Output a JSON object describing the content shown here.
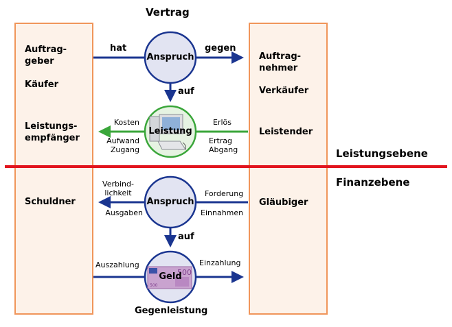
{
  "title": "Vertrag",
  "footer_label": "Gegenleistung",
  "levels": {
    "performance": "Leistungsebene",
    "finance": "Finanzebene"
  },
  "left_party": {
    "performance_roles": [
      "Auftrag-\ngeber",
      "Käufer",
      "Leistungs-\nempfänger"
    ],
    "finance_roles": [
      "Schuldner"
    ]
  },
  "right_party": {
    "performance_roles": [
      "Auftrag-\nnehmer",
      "Verkäufer",
      "Leistender"
    ],
    "finance_roles": [
      "Gläubiger"
    ]
  },
  "nodes": {
    "claim_top": "Anspruch",
    "service": "Leistung",
    "claim_bottom": "Anspruch",
    "money": "Geld"
  },
  "node_icons": {
    "service": "computer-icon",
    "money": "banknote-500-icon"
  },
  "edge_labels": {
    "has": "hat",
    "against": "gegen",
    "on_top": "auf",
    "on_bottom": "auf",
    "costs": "Kosten",
    "expense_receipt": "Aufwand\nZugang",
    "proceeds": "Erlös",
    "revenue_disposal": "Ertrag\nAbgang",
    "liability": "Verbind-\nlichkeit",
    "spending": "Ausgaben",
    "claim_receivable": "Forderung",
    "income": "Einnahmen",
    "payout": "Auszahlung",
    "payin": "Einzahlung"
  },
  "colors": {
    "arrow_blue": "#1a3590",
    "arrow_green": "#3aa63a",
    "divider_red": "#e2141e",
    "box_fill": "#fdf2e9",
    "box_border": "#f0955a",
    "circle_fill": "#e2e4f2",
    "service_circle_fill": "#e6f3e2"
  }
}
